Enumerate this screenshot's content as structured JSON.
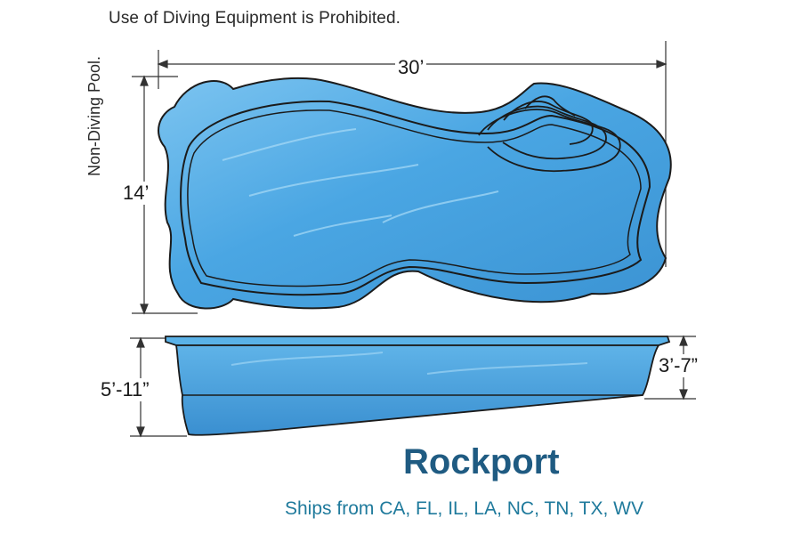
{
  "notice": "Use of Diving Equipment is Prohibited.",
  "side_note": "Non-Diving Pool.",
  "dimensions": {
    "length": "30’",
    "width": "14’",
    "deep_end_depth": "5’-11”",
    "shallow_end_depth": "3’-7”"
  },
  "model": {
    "name": "Rockport",
    "ships_from": "Ships from CA, FL, IL, LA, NC, TN, TX, WV"
  },
  "colors": {
    "water": "#4aa6e3",
    "water_light": "#8ccaf2",
    "outline": "#1b1b1b",
    "title": "#1f5b82",
    "subtitle": "#1f7a9c"
  }
}
